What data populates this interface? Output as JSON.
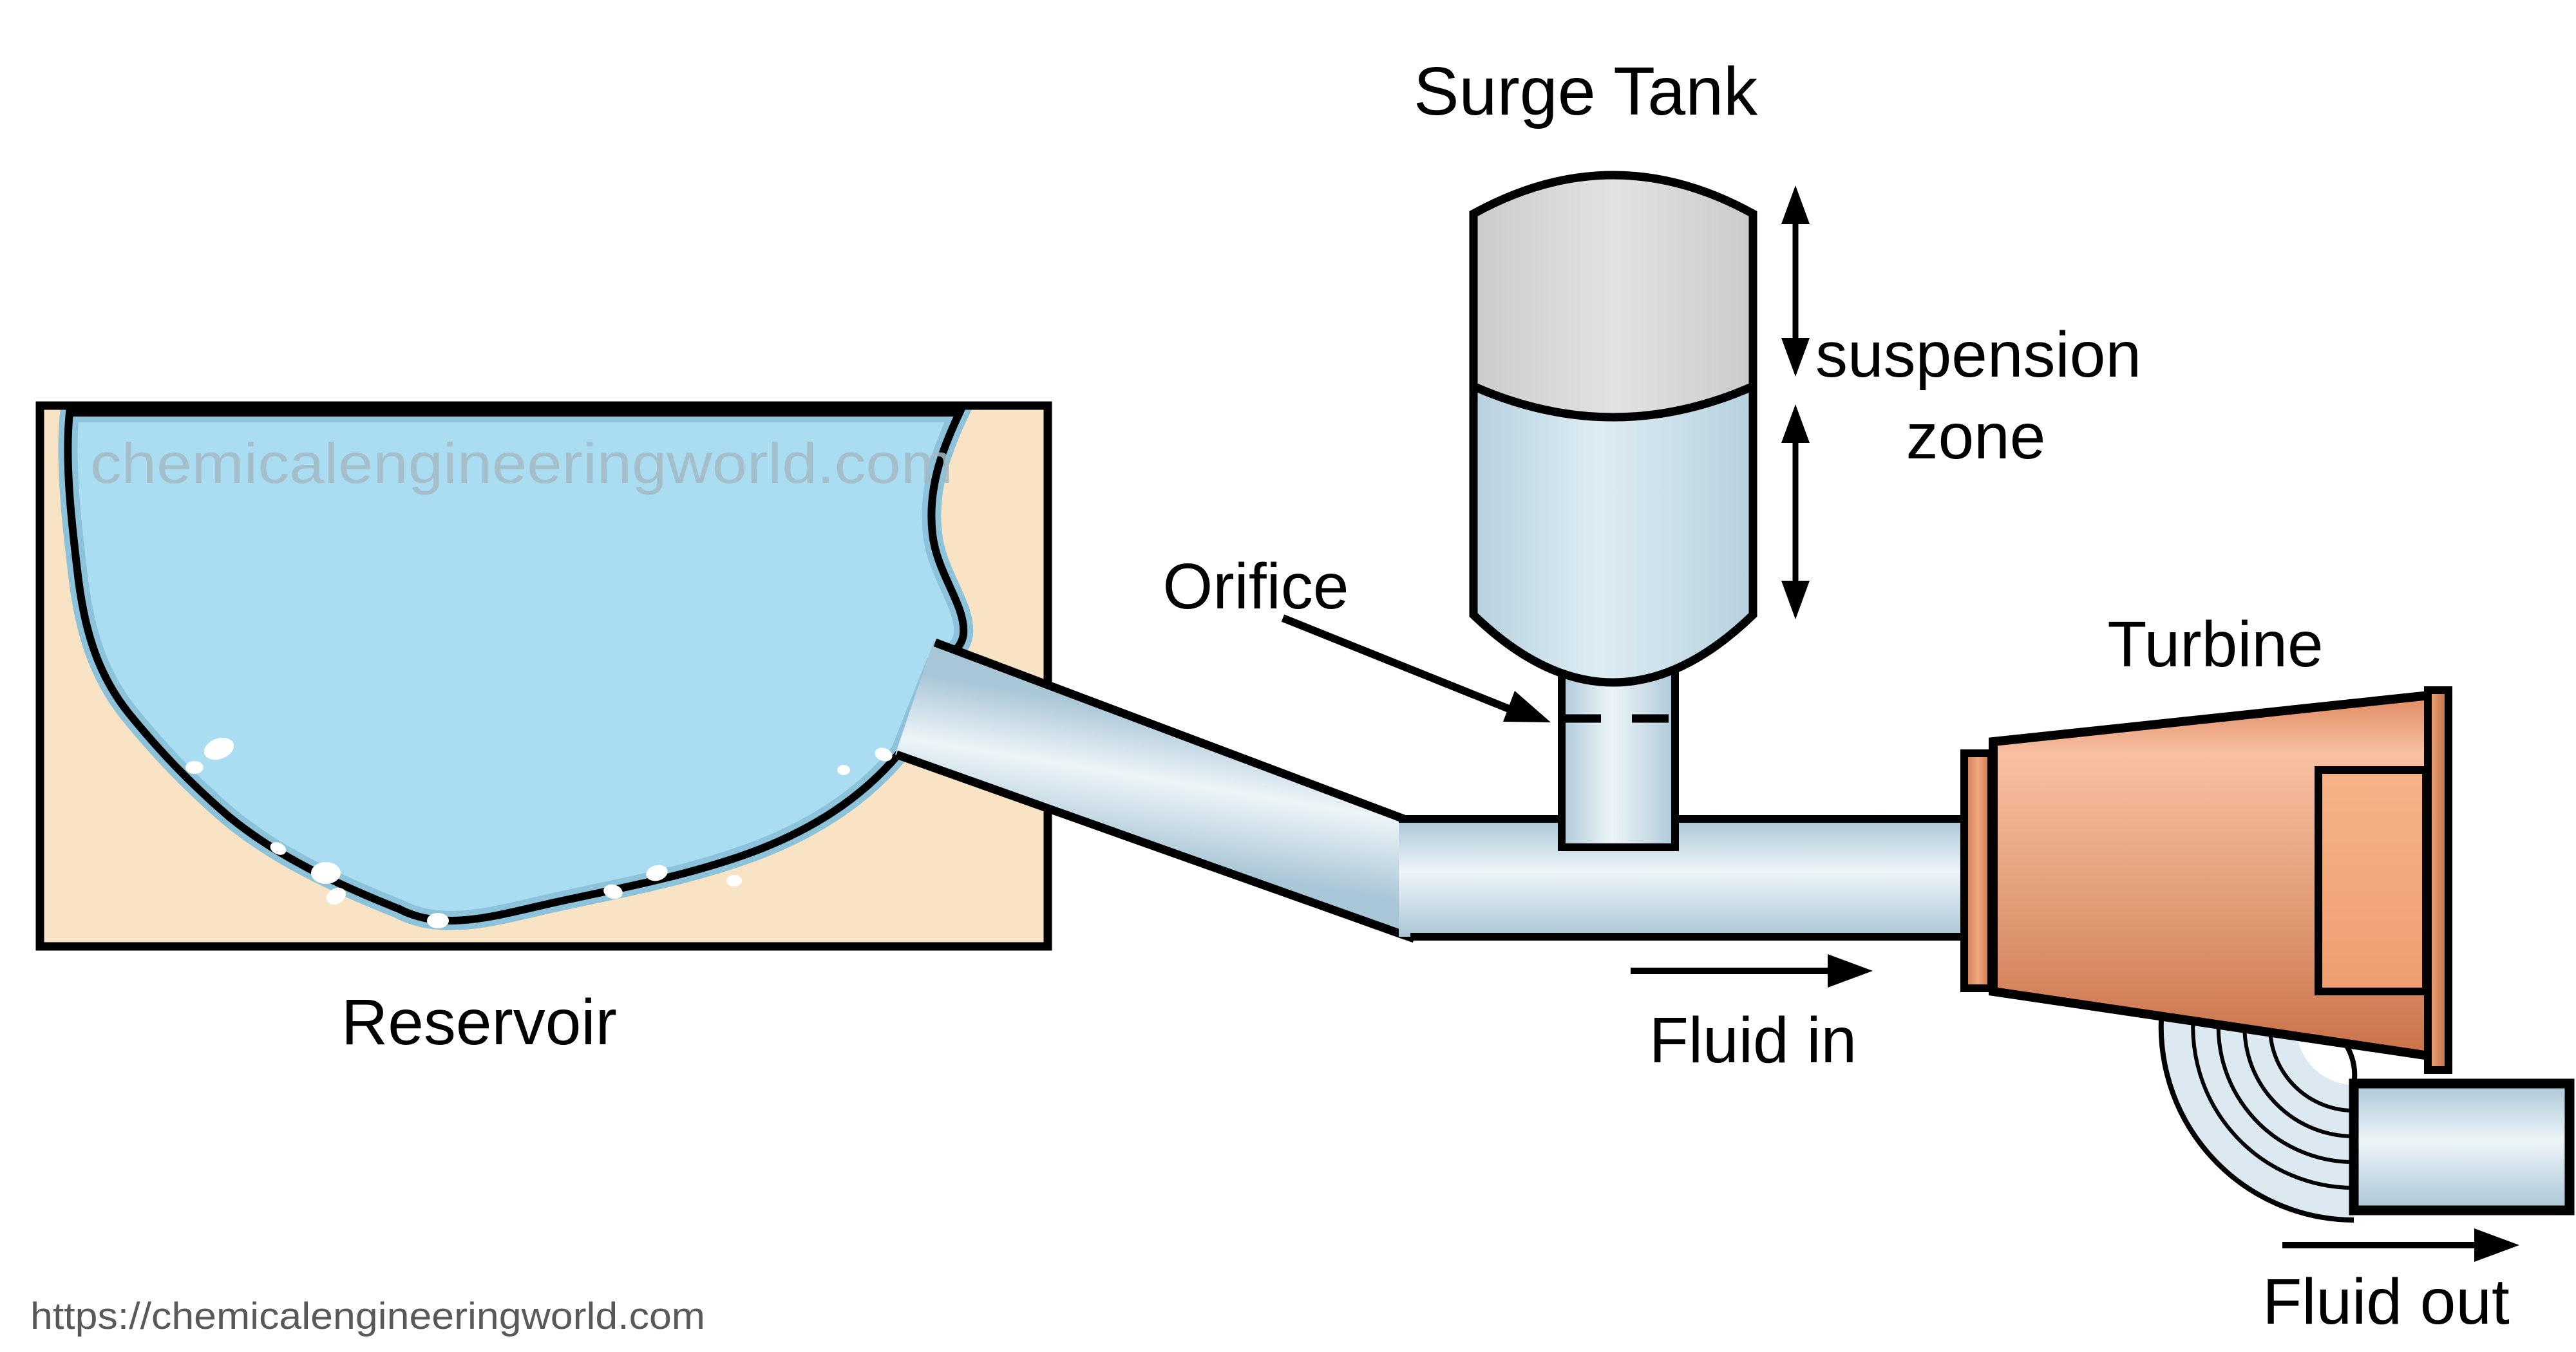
{
  "diagram": {
    "title": "Surge Tank",
    "labels": {
      "suspension_line1": "suspension",
      "suspension_line2": "zone",
      "orifice": "Orifice",
      "reservoir": "Reservoir",
      "turbine": "Turbine",
      "fluid_in": "Fluid in",
      "fluid_out": "Fluid out"
    },
    "watermark": "chemicalengineeringworld.com",
    "footer_url": "https://chemicalengineeringworld.com",
    "colors": {
      "ground_tan": "#f8e3c5",
      "water_blue": "#aadcf2",
      "water_edge": "#8cc3da",
      "pipe_dark": "#a9c6d6",
      "pipe_mid": "#c9dde9",
      "pipe_light": "#edf4f8",
      "tank_gray_dark": "#cbcbcb",
      "tank_gray_light": "#e2e2e2",
      "tank_fluid_dark": "#b6d1de",
      "tank_fluid_light": "#ddecf3",
      "cone_base": "#e08a61",
      "cone_highlight": "#f8c0a2",
      "cone_mid": "#e09a74",
      "cone_dark": "#c97149",
      "rim_light": "#f2a87d",
      "rim_dark": "#b96a42",
      "panel_light": "#f7b289",
      "panel_dark": "#ee9e70",
      "draft_band": "#dce9f1",
      "watermark_gray": "#a4bac4",
      "footer_gray": "#595959",
      "outline_black": "#000000"
    }
  }
}
